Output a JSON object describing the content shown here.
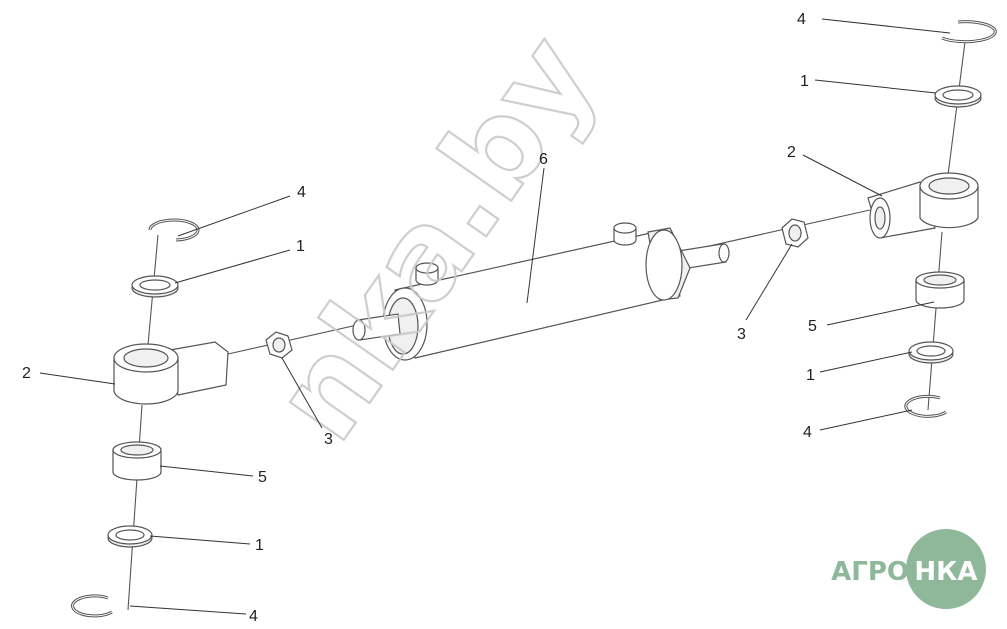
{
  "labels": {
    "l4a": "4",
    "l1a": "1",
    "l2a": "2",
    "l5a": "5",
    "l1b": "1",
    "l4b": "4",
    "l6": "6",
    "l3a": "3",
    "l3b": "3",
    "l4c": "4",
    "l1c": "1",
    "l2b": "2",
    "l5b": "5",
    "l1d": "1",
    "l4d": "4"
  },
  "watermark": "nka.by",
  "logo": {
    "left": "АГРО",
    "right": "НКА",
    "color": "#8fb89a"
  }
}
